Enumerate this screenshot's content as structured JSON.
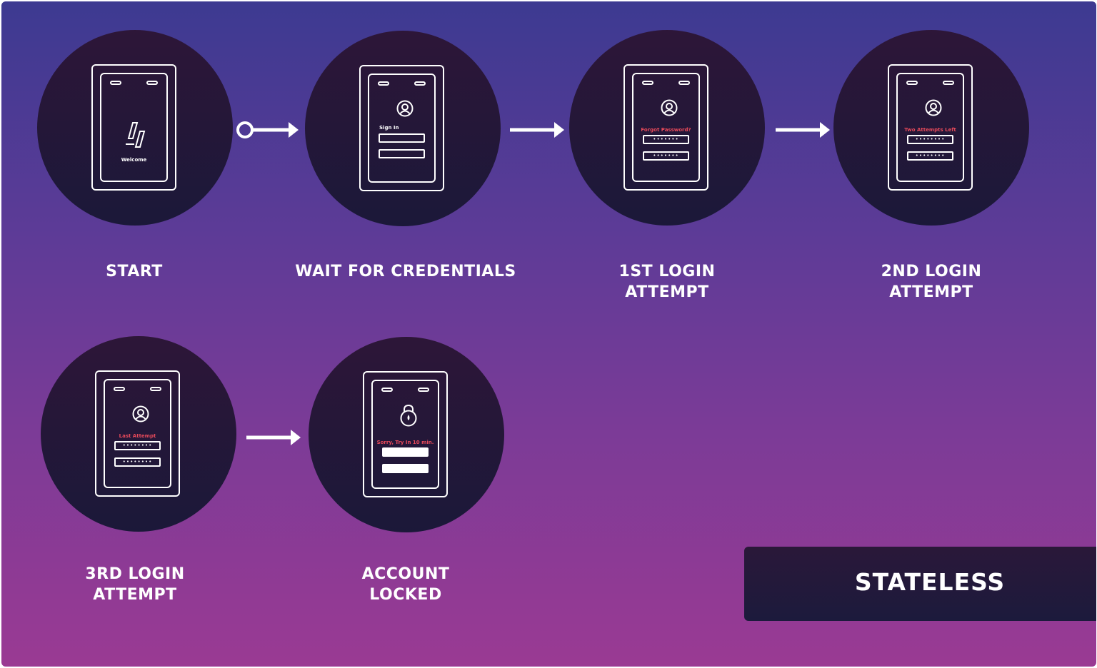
{
  "states": [
    {
      "id": "start",
      "label_lines": [
        "START"
      ],
      "screen": {
        "brand_text": "Welcome"
      }
    },
    {
      "id": "wait",
      "label_lines": [
        "WAIT FOR CREDENTIALS"
      ],
      "screen": {
        "prompt": "Sign In"
      }
    },
    {
      "id": "first",
      "label_lines": [
        "1ST LOGIN",
        "ATTEMPT"
      ],
      "screen": {
        "prompt": "Forgot Password?",
        "field_text": "•••••••"
      }
    },
    {
      "id": "second",
      "label_lines": [
        "2ND LOGIN",
        "ATTEMPT"
      ],
      "screen": {
        "prompt": "Two Attempts Left",
        "field_text": "••••••••"
      }
    },
    {
      "id": "third",
      "label_lines": [
        "3RD LOGIN",
        "ATTEMPT"
      ],
      "screen": {
        "prompt": "Last Attempt",
        "field_text": "••••••••"
      }
    },
    {
      "id": "locked",
      "label_lines": [
        "ACCOUNT",
        "LOCKED"
      ],
      "screen": {
        "prompt": "Sorry, Try In 10 min."
      }
    }
  ],
  "badge": {
    "text": "STATELESS"
  },
  "colors": {
    "warning_text": "#e84a5a",
    "node_fill": "#23173a",
    "background_top": "#3d3a91",
    "background_bottom": "#9a3a93"
  }
}
